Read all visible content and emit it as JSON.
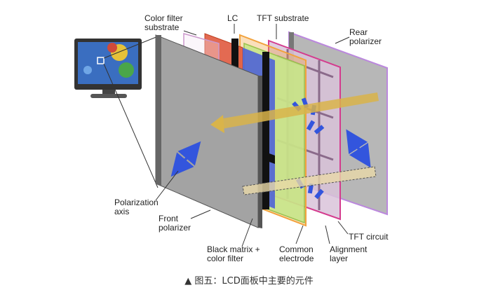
{
  "labels": {
    "color_filter_substrate": "Color filter\nsubstrate",
    "lc": "LC",
    "tft_substrate": "TFT substrate",
    "rear_polarizer": "Rear\npolarizer",
    "polarization_axis": "Polarization\naxis",
    "front_polarizer": "Front\npolarizer",
    "black_matrix": "Black matrix +\ncolor filter",
    "common_electrode": "Common\nelectrode",
    "alignment_layer": "Alignment\nlayer",
    "tft_circuit": "TFT circuit"
  },
  "caption": "▲ 图五：LCD面板中主要的元件",
  "colors": {
    "polarizer_gray": "#9c9c9c",
    "color_filter_red": "#e05a3f",
    "color_filter_blue": "#4f63d6",
    "lc_green": "#c6e58a",
    "lc_orange": "#f2a23c",
    "tft_magenta": "#d43b8e",
    "arrow_blue": "#3355dd",
    "light_arrow": "#d9b44a"
  },
  "icons": [
    "monitor-icon",
    "polarization-arrow-icon",
    "light-ray-arrow-icon"
  ]
}
